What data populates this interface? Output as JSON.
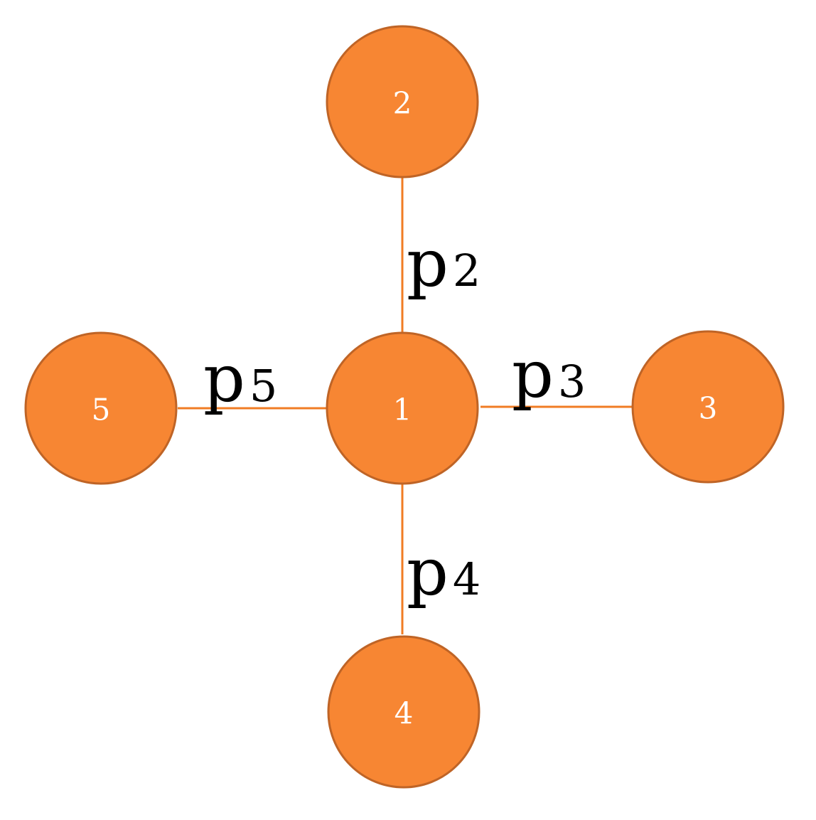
{
  "diagram": {
    "colors": {
      "node_fill": "#f78633",
      "node_stroke": "#bf6426",
      "edge": "#f07c24",
      "node_text": "#ffffff",
      "edge_text": "#000000"
    },
    "nodes": [
      {
        "id": "1",
        "label": "1"
      },
      {
        "id": "2",
        "label": "2"
      },
      {
        "id": "3",
        "label": "3"
      },
      {
        "id": "4",
        "label": "4"
      },
      {
        "id": "5",
        "label": "5"
      }
    ],
    "edges": [
      {
        "from": "1",
        "to": "2",
        "label_main": "p",
        "label_sub": "2"
      },
      {
        "from": "1",
        "to": "3",
        "label_main": "p",
        "label_sub": "3"
      },
      {
        "from": "1",
        "to": "4",
        "label_main": "p",
        "label_sub": "4"
      },
      {
        "from": "1",
        "to": "5",
        "label_main": "p",
        "label_sub": "5"
      }
    ]
  }
}
